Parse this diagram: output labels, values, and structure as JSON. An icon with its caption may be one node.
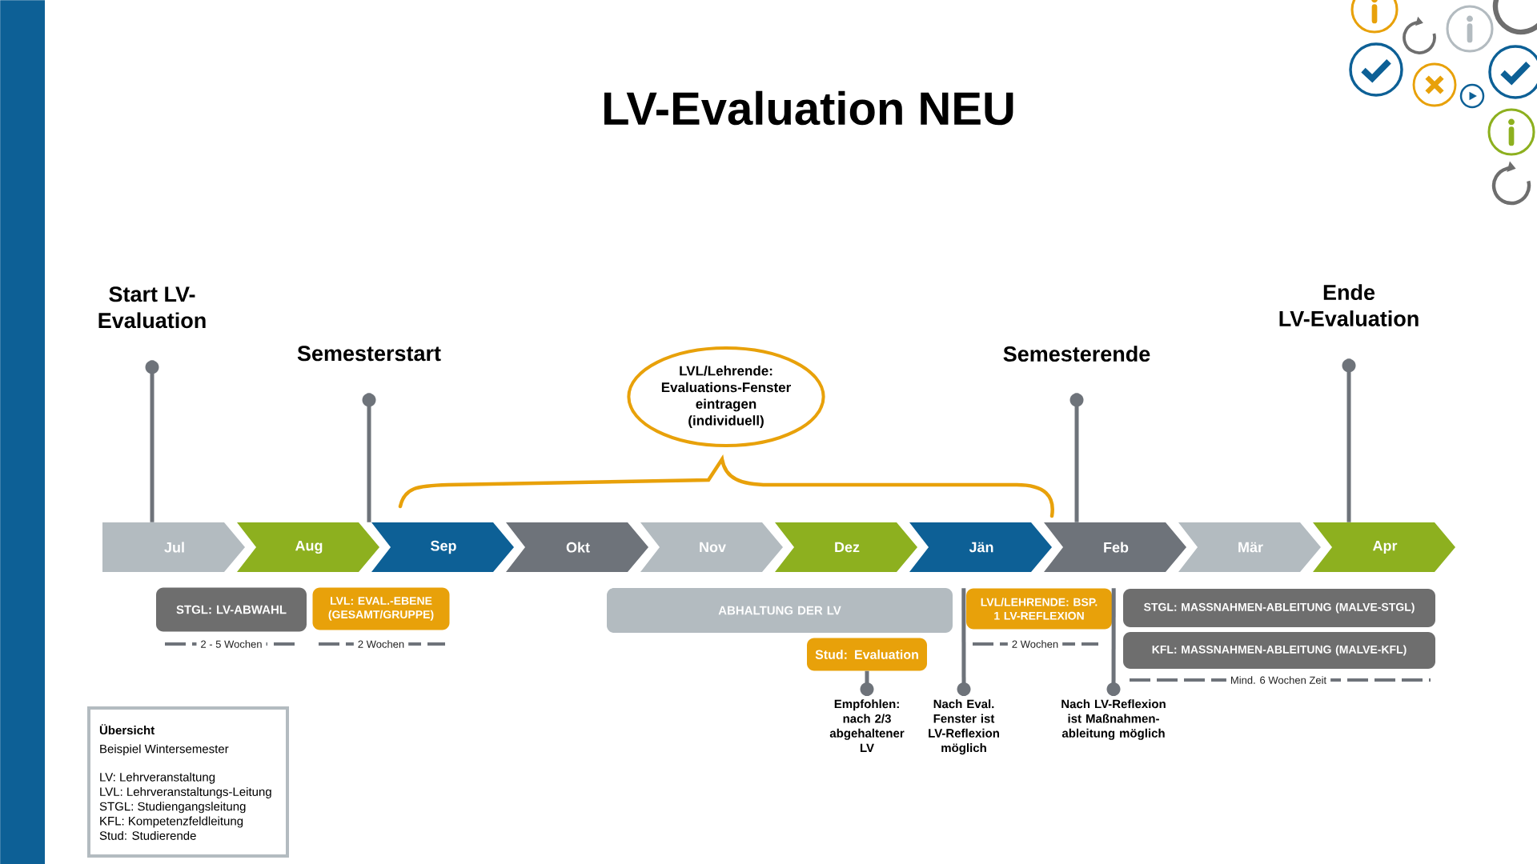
{
  "diagram": {
    "title": "LV-Evaluation NEU",
    "nodes": [
      {
        "text": [
          "Start LV- Evaluation"
        ]
      },
      {
        "text": [
          "Semesterstart"
        ]
      },
      {
        "text": [
          "LVL/Lehrende: Evaluations-Fenster eintragen (individuell)"
        ]
      },
      {
        "text": [
          "Semesterende"
        ]
      },
      {
        "text": [
          "Ende LV-Evaluation"
        ]
      },
      {
        "text": [
          "Jul"
        ]
      },
      {
        "text": [
          "Aug"
        ]
      },
      {
        "text": [
          "Sep"
        ]
      },
      {
        "text": [
          "Okt"
        ]
      },
      {
        "text": [
          "Nov"
        ]
      },
      {
        "text": [
          "Dez"
        ]
      },
      {
        "text": [
          "Jän"
        ]
      },
      {
        "text": [
          "Feb"
        ]
      },
      {
        "text": [
          "Mär"
        ]
      },
      {
        "text": [
          "Apr"
        ]
      },
      {
        "text": [
          "STGL: LV-ABWAHL"
        ],
        "beside": [
          "2 - 5 Wochen"
        ]
      },
      {
        "text": [
          "LVL: EVAL.-EBENE (GESAMT/GRUPPE)"
        ],
        "beside": [
          "2 Wochen"
        ]
      },
      {
        "text": [
          "ABHALTUNG DER LV"
        ]
      },
      {
        "text": [
          "LVL/LEHRENDE: BSP. 1 LV-REFLEXION"
        ],
        "beside": [
          "2 Wochen"
        ]
      },
      {
        "text": [
          "STGL: MASSNAHMEN-ABLEITUNG (MALVE-STGL)"
        ]
      },
      {
        "text": [
          "KFL: MASSNAHMEN-ABLEITUNG (MALVE-KFL)"
        ],
        "beside": [
          "Mind. 6 Wochen Zeit"
        ]
      },
      {
        "text": [
          "Stud: Evaluation"
        ]
      },
      {
        "text": [
          "Empfohlen: nach 2/3 abgehaltener LV"
        ]
      },
      {
        "text": [
          "Nach Eval. Fenster ist LV-Reflexion möglich"
        ]
      },
      {
        "text": [
          "Nach LV-Reflexion ist Maßnahmen- ableitung möglich"
        ]
      },
      {
        "text": [
          "Übersicht",
          "Beispiel Wintersemester",
          "LV: Lehrveranstaltung",
          "LVL: Lehrveranstaltungs-Leitung",
          "STGL: Studiengangsleitung",
          "KFL: Kompetenzfeldleitung",
          "Stud: Studierende"
        ]
      },
      {
        "text": [],
        "shape": "bar"
      }
    ],
    "edges": [
      {
        "from": 5,
        "to": 0,
        "arrow": "other"
      },
      {
        "from": 7,
        "to": 1,
        "arrow": "other"
      },
      {
        "from": 12,
        "to": 3,
        "arrow": "other"
      },
      {
        "from": 14,
        "to": 4,
        "arrow": "other"
      },
      {
        "from": 21,
        "to": 22,
        "arrow": "other"
      },
      {
        "from": 18,
        "to": 23,
        "arrow": "other"
      },
      {
        "from": 18,
        "to": 24,
        "arrow": "other"
      }
    ]
  }
}
